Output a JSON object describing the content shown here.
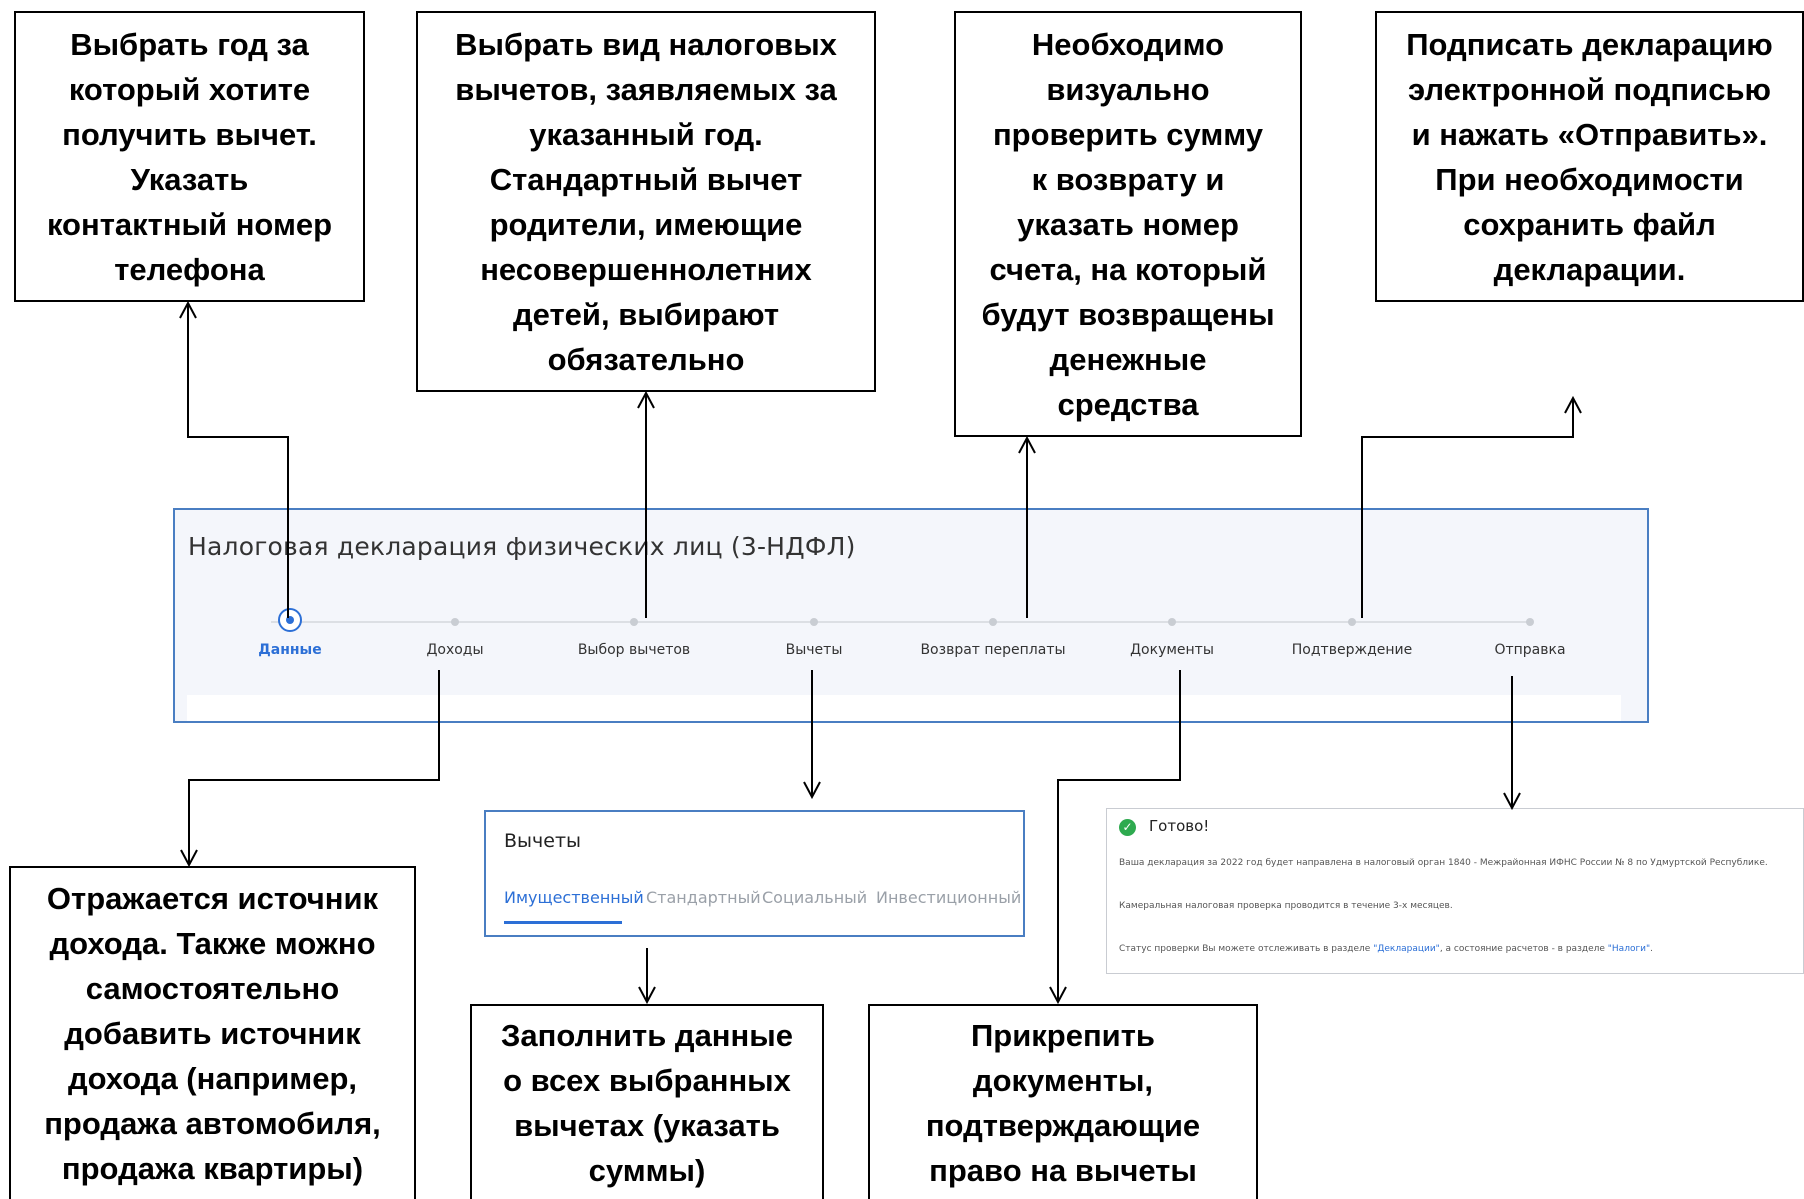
{
  "callouts": {
    "year": [
      "Выбрать год за",
      "который хотите",
      "получить вычет.",
      "Указать",
      "контактный номер",
      "телефона"
    ],
    "deduction_types": [
      "Выбрать вид налоговых",
      "вычетов, заявляемых за",
      "указанный год.",
      "Стандартный вычет",
      "родители, имеющие",
      "несовершеннолетних",
      "детей, выбирают",
      "обязательно"
    ],
    "refund": [
      "Необходимо",
      "визуально",
      "проверить сумму",
      "к возврату и",
      "указать номер",
      "счета, на который",
      "будут возвращены",
      "денежные",
      "средства"
    ],
    "sign": [
      "Подписать декларацию",
      "электронной подписью",
      "и нажать «Отправить».",
      "При необходимости",
      "сохранить файл",
      "декларации."
    ],
    "income": [
      "Отражается источник",
      "дохода. Также можно",
      "самостоятельно",
      "добавить источник",
      "дохода (например,",
      "продажа автомобиля,",
      "продажа квартиры)"
    ],
    "fill": [
      "Заполнить данные",
      "о всех выбранных",
      "вычетах (указать",
      "суммы)"
    ],
    "attach": [
      "Прикрепить",
      "документы,",
      "подтверждающие",
      "право на вычеты"
    ]
  },
  "declaration_panel": {
    "title": "Налоговая декларация физических лиц (3-НДФЛ)",
    "steps": [
      "Данные",
      "Доходы",
      "Выбор вычетов",
      "Вычеты",
      "Возврат переплаты",
      "Документы",
      "Подтверждение",
      "Отправка"
    ],
    "active_step": 0
  },
  "deductions_panel": {
    "title": "Вычеты",
    "tabs": [
      "Имущественный",
      "Стандартный",
      "Социальный",
      "Инвестиционный"
    ],
    "active_tab": 0
  },
  "done_panel": {
    "title": "Готово!",
    "line1": "Ваша декларация за 2022 год будет направлена в налоговый орган 1840 - Межрайонная ИФНС России № 8 по Удмуртской Республике.",
    "line2": "Камеральная налоговая проверка проводится в течение 3-х месяцев.",
    "line3_prefix": "Статус проверки Вы можете отслеживать в разделе ",
    "line3_link1": "\"Декларации\"",
    "line3_middle": ", а состояние расчетов - в разделе ",
    "line3_link2": "\"Налоги\"",
    "line3_suffix": "."
  },
  "colors": {
    "accent": "#2c6fd6",
    "panel_border": "#4a7ec2",
    "success": "#2eaa4f"
  }
}
